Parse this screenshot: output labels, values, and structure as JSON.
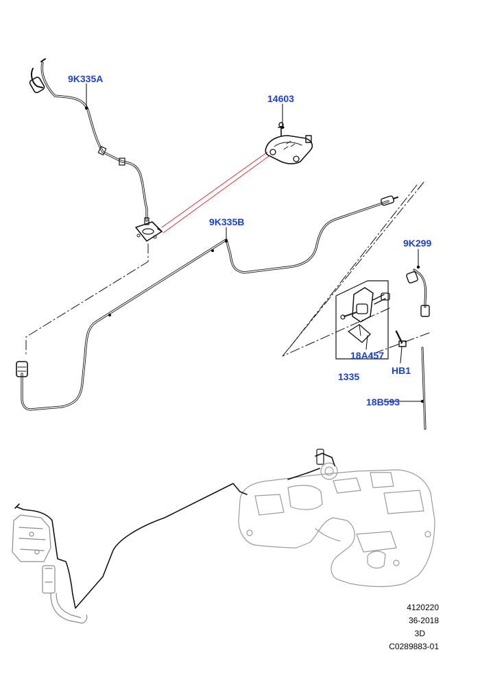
{
  "callouts": {
    "c1": "9K335A",
    "c2": "14603",
    "c3": "9K335B",
    "c4": "9K299",
    "c5": "18A457",
    "c6": "1335",
    "c7": "HB1",
    "c8": "18B593"
  },
  "reference": {
    "line1": "4120220",
    "line2": "36-2018",
    "line3": "3D",
    "line4": "C0289883-01"
  },
  "colors": {
    "callout": "#1a3fd6",
    "leader": "#000000",
    "highlight_line": "#e02020"
  }
}
